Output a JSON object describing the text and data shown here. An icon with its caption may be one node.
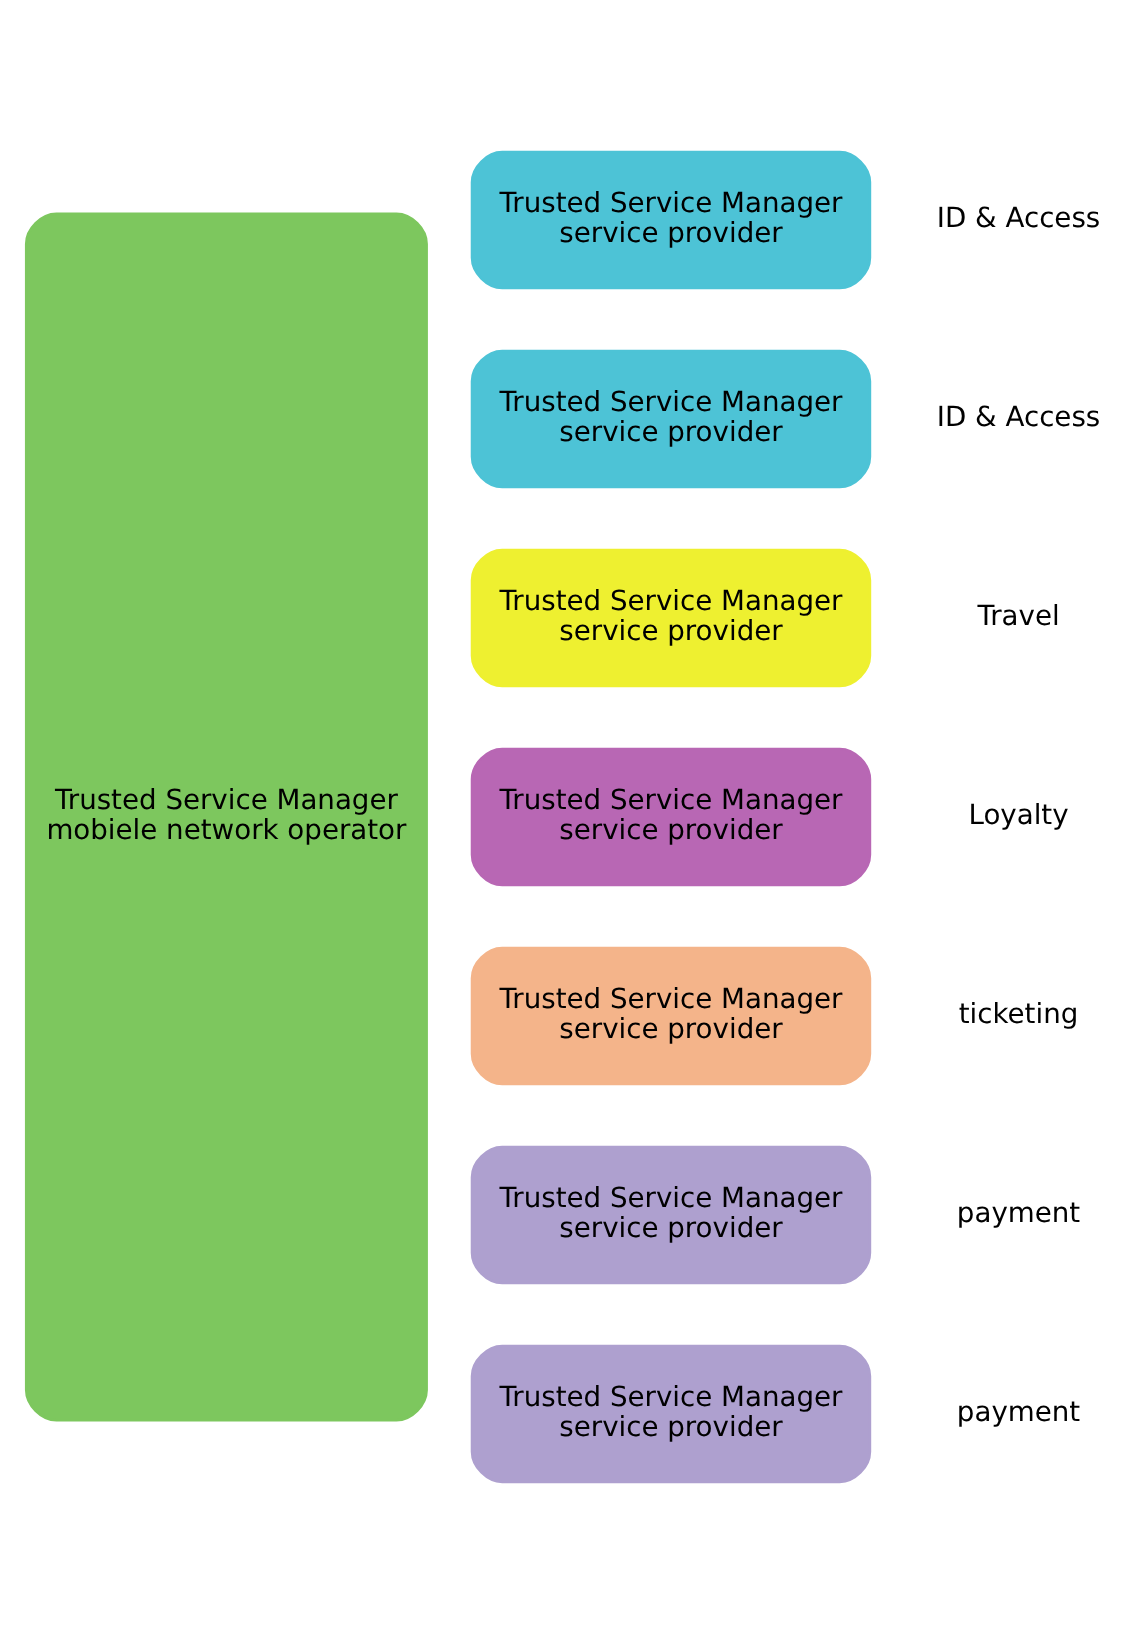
{
  "diagram": {
    "nodes": [
      {
        "text": [
          "Trusted Service Manager",
          "mobiele network operator"
        ]
      },
      {
        "text": [
          "Trusted Service Manager",
          "service provider"
        ],
        "beside": [
          "ID & Access"
        ]
      },
      {
        "text": [
          "Trusted Service Manager",
          "service provider"
        ],
        "beside": [
          "ID & Access"
        ]
      },
      {
        "text": [
          "Trusted Service Manager",
          "service provider"
        ],
        "beside": [
          "Travel"
        ]
      },
      {
        "text": [
          "Trusted Service Manager",
          "service provider"
        ],
        "beside": [
          "Loyalty"
        ]
      },
      {
        "text": [
          "Trusted Service Manager",
          "service provider"
        ],
        "beside": [
          "ticketing"
        ]
      },
      {
        "text": [
          "Trusted Service Manager",
          "service provider"
        ],
        "beside": [
          "payment"
        ]
      },
      {
        "text": [
          "Trusted Service Manager",
          "service provider"
        ],
        "beside": [
          "payment"
        ]
      }
    ]
  }
}
